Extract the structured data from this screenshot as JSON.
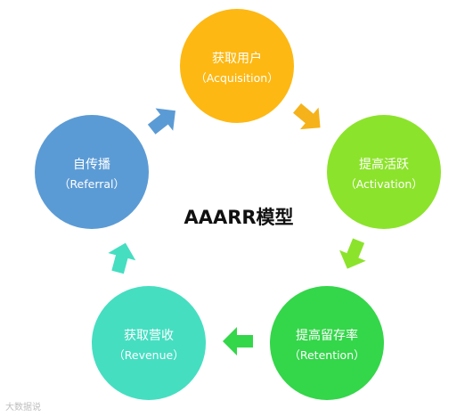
{
  "center": {
    "title": "AAARR模型"
  },
  "nodes": [
    {
      "id": "acquisition",
      "title": "获取用户",
      "subtitle": "（Acquisition）",
      "color": "#FDB813"
    },
    {
      "id": "activation",
      "title": "提高活跃",
      "subtitle": "（Activation）",
      "color": "#8CE32B"
    },
    {
      "id": "retention",
      "title": "提高留存率",
      "subtitle": "（Retention）",
      "color": "#34D64A"
    },
    {
      "id": "revenue",
      "title": "获取营收",
      "subtitle": "（Revenue）",
      "color": "#45DEC1"
    },
    {
      "id": "referral",
      "title": "自传播",
      "subtitle": "（Referral）",
      "color": "#5B9BD5"
    }
  ],
  "arrows": [
    {
      "id": "acquisition-to-activation",
      "color": "#F5B21A"
    },
    {
      "id": "activation-to-retention",
      "color": "#8CE32B"
    },
    {
      "id": "retention-to-revenue",
      "color": "#34D64A"
    },
    {
      "id": "revenue-to-referral",
      "color": "#45DEC1"
    },
    {
      "id": "referral-to-acquisition",
      "color": "#5B9BD5"
    }
  ],
  "watermark": {
    "text": "大数据说"
  }
}
